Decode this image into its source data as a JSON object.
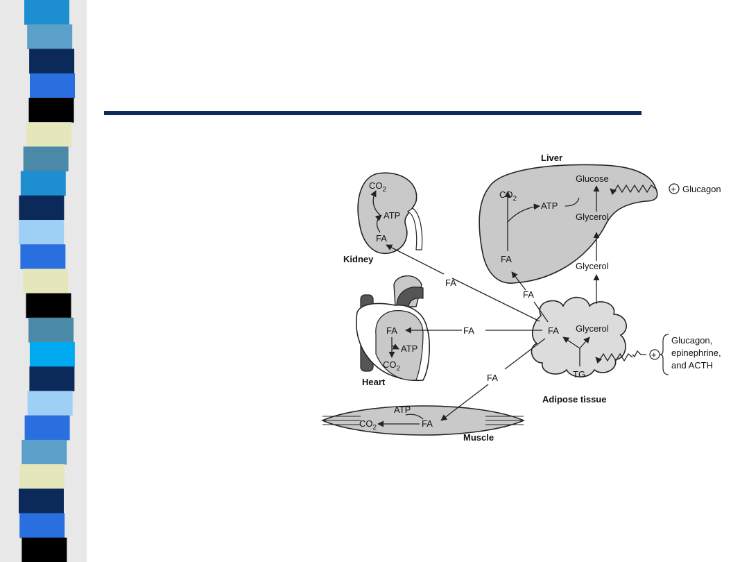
{
  "slide": {
    "colors": {
      "rule": "#0d2a5c",
      "stripe_palette": [
        "#2a6fe0",
        "#1d8fd0",
        "#5aa0c8",
        "#0b2a5a",
        "#000000",
        "#e6e6bd",
        "#9ed0f5",
        "#00aaf0",
        "#4a89a8",
        "#0e3a78"
      ]
    },
    "stripe_sequence": [
      1,
      2,
      3,
      0,
      4,
      5,
      8,
      1,
      3,
      6,
      0,
      5,
      4,
      8,
      7,
      3,
      6,
      0,
      2,
      5,
      3,
      0,
      4
    ]
  },
  "diagram": {
    "organs": {
      "liver": "Liver",
      "kidney": "Kidney",
      "heart": "Heart",
      "muscle": "Muscle",
      "adipose": "Adipose tissue"
    },
    "labels": {
      "co2": "CO",
      "co2_sub": "2",
      "atp": "ATP",
      "fa": "FA",
      "glucose": "Glucose",
      "glycerol": "Glycerol",
      "tg": "TG",
      "plus": "+",
      "glucagon": "Glucagon",
      "hormones_line1": "Glucagon,",
      "hormones_line2": "epinephrine,",
      "hormones_line3": "and ACTH"
    },
    "colors": {
      "organ_fill": "#c9c9c9",
      "adipose_fill": "#dcdcdc",
      "vessel_fill": "#555555"
    }
  }
}
